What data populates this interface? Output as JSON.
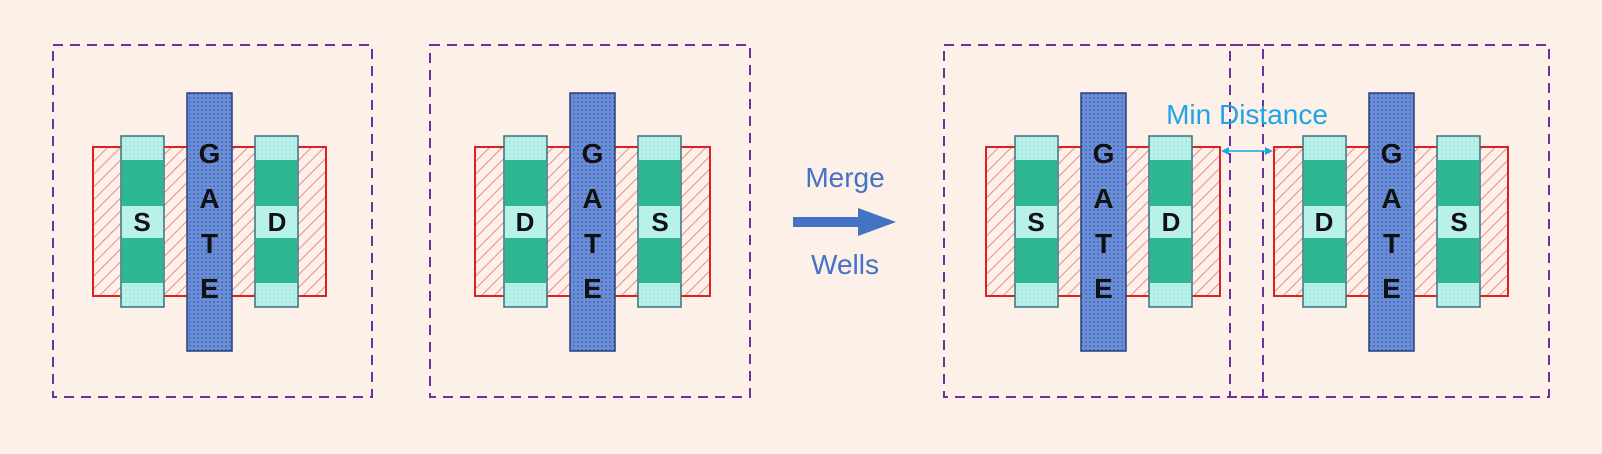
{
  "colors": {
    "background": "#fdf0e8",
    "well_outline": "#7030a0",
    "diffusion_outline": "#e02020",
    "diffusion_hatch": "#e87070",
    "contact_fill": "#b8f0ea",
    "contact_core": "#2eb892",
    "gate_fill": "#6a8fd8",
    "arrow": "#4472c4",
    "dimension": "#1fa4e6"
  },
  "transistors": [
    {
      "left_label": "S",
      "gate_label": "GATE",
      "right_label": "D"
    },
    {
      "left_label": "D",
      "gate_label": "GATE",
      "right_label": "S"
    },
    {
      "left_label": "S",
      "gate_label": "GATE",
      "right_label": "D"
    },
    {
      "left_label": "D",
      "gate_label": "GATE",
      "right_label": "S"
    }
  ],
  "arrow": {
    "line1": "Merge",
    "line2": "Wells"
  },
  "dimension": {
    "label": "Min Distance"
  }
}
